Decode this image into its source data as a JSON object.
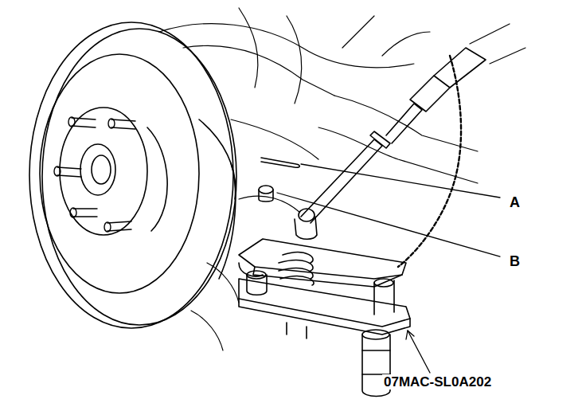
{
  "diagram": {
    "labels": [
      "A",
      "B",
      "07MAC-SL0A202"
    ]
  }
}
